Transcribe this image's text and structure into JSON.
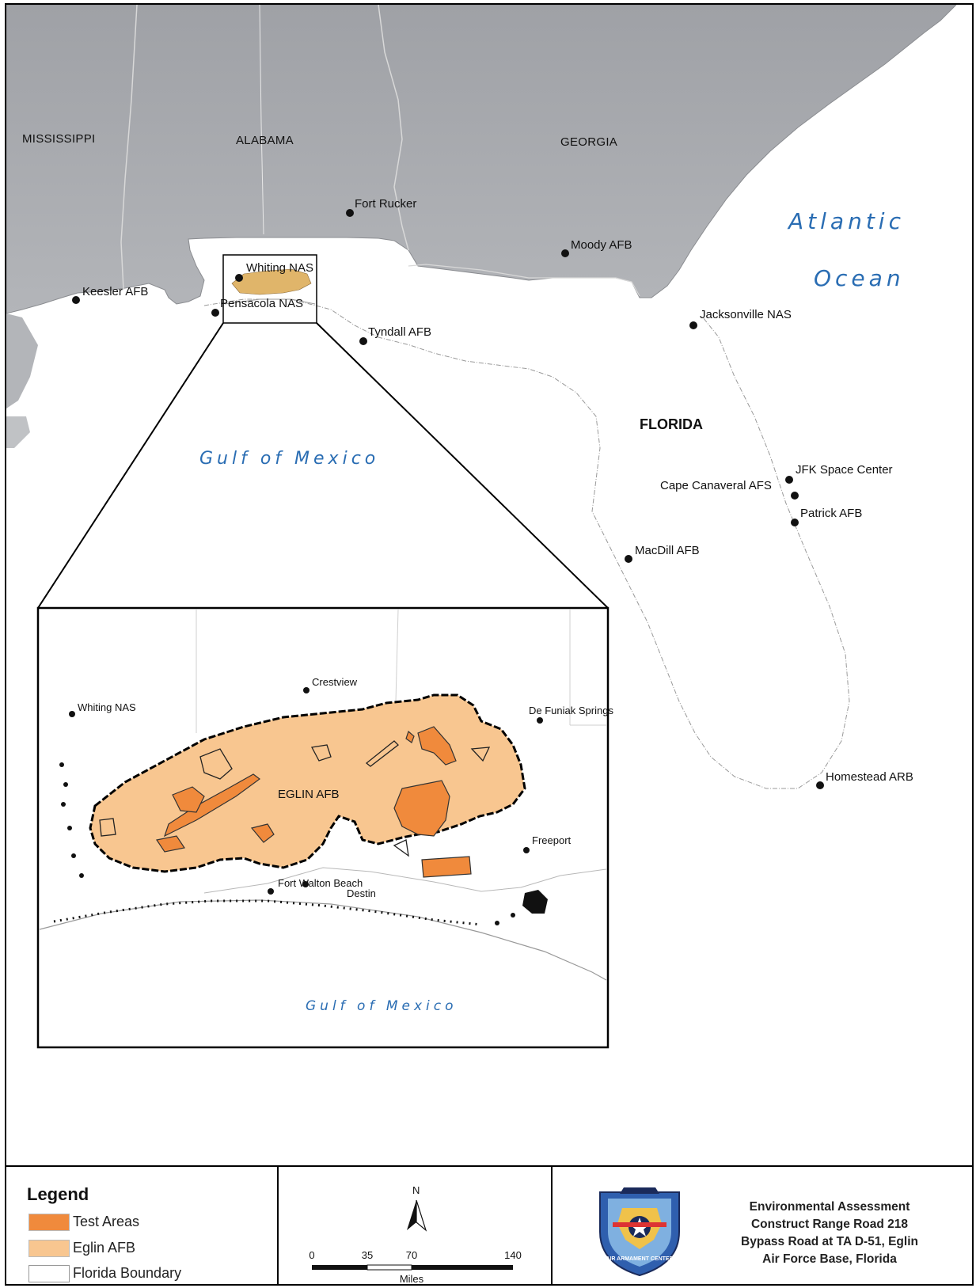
{
  "labels": {
    "states": {
      "mississippi": "MISSISSIPPI",
      "alabama": "ALABAMA",
      "georgia": "GEORGIA",
      "florida": "FLORIDA"
    },
    "water": {
      "atlantic": "Atlantic",
      "ocean": "Ocean",
      "gulf": "Gulf of Mexico",
      "inset_gulf": "Gulf of Mexico"
    },
    "bases": {
      "fort_rucker": "Fort Rucker",
      "moody": "Moody AFB",
      "whiting": "Whiting NAS",
      "keesler": "Keesler AFB",
      "pensacola": "Pensacola NAS",
      "tyndall": "Tyndall AFB",
      "jacksonville": "Jacksonville NAS",
      "jfk": "JFK Space Center",
      "cape_canaveral": "Cape Canaveral AFS",
      "patrick": "Patrick AFB",
      "macdill": "MacDill AFB",
      "homestead": "Homestead ARB"
    },
    "inset": {
      "whiting": "Whiting NAS",
      "crestview": "Crestview",
      "defuniak": "De Funiak Springs",
      "eglin": "EGLIN AFB",
      "freeport": "Freeport",
      "fort_walton": "Fort Walton Beach",
      "destin": "Destin"
    }
  },
  "legend": {
    "title": "Legend",
    "items": [
      {
        "label": "Test Areas",
        "color": "#f08a3c"
      },
      {
        "label": "Eglin AFB",
        "color": "#f8c690"
      },
      {
        "label": "Florida Boundary",
        "color": "#ffffff"
      }
    ]
  },
  "scale": {
    "north": "N",
    "ticks": [
      "0",
      "35",
      "70",
      "140"
    ],
    "unit": "Miles"
  },
  "title": {
    "lines": [
      "Environmental Assessment",
      "Construct Range Road 218",
      "Bypass Road at TA D-51, Eglin",
      "Air Force Base, Florida"
    ]
  },
  "logo": {
    "text": "AIR ARMAMENT CENTER"
  },
  "colors": {
    "land": "#a9abaf",
    "test_areas": "#f08a3c",
    "eglin": "#f8c690",
    "water_label": "#2a6db3"
  }
}
